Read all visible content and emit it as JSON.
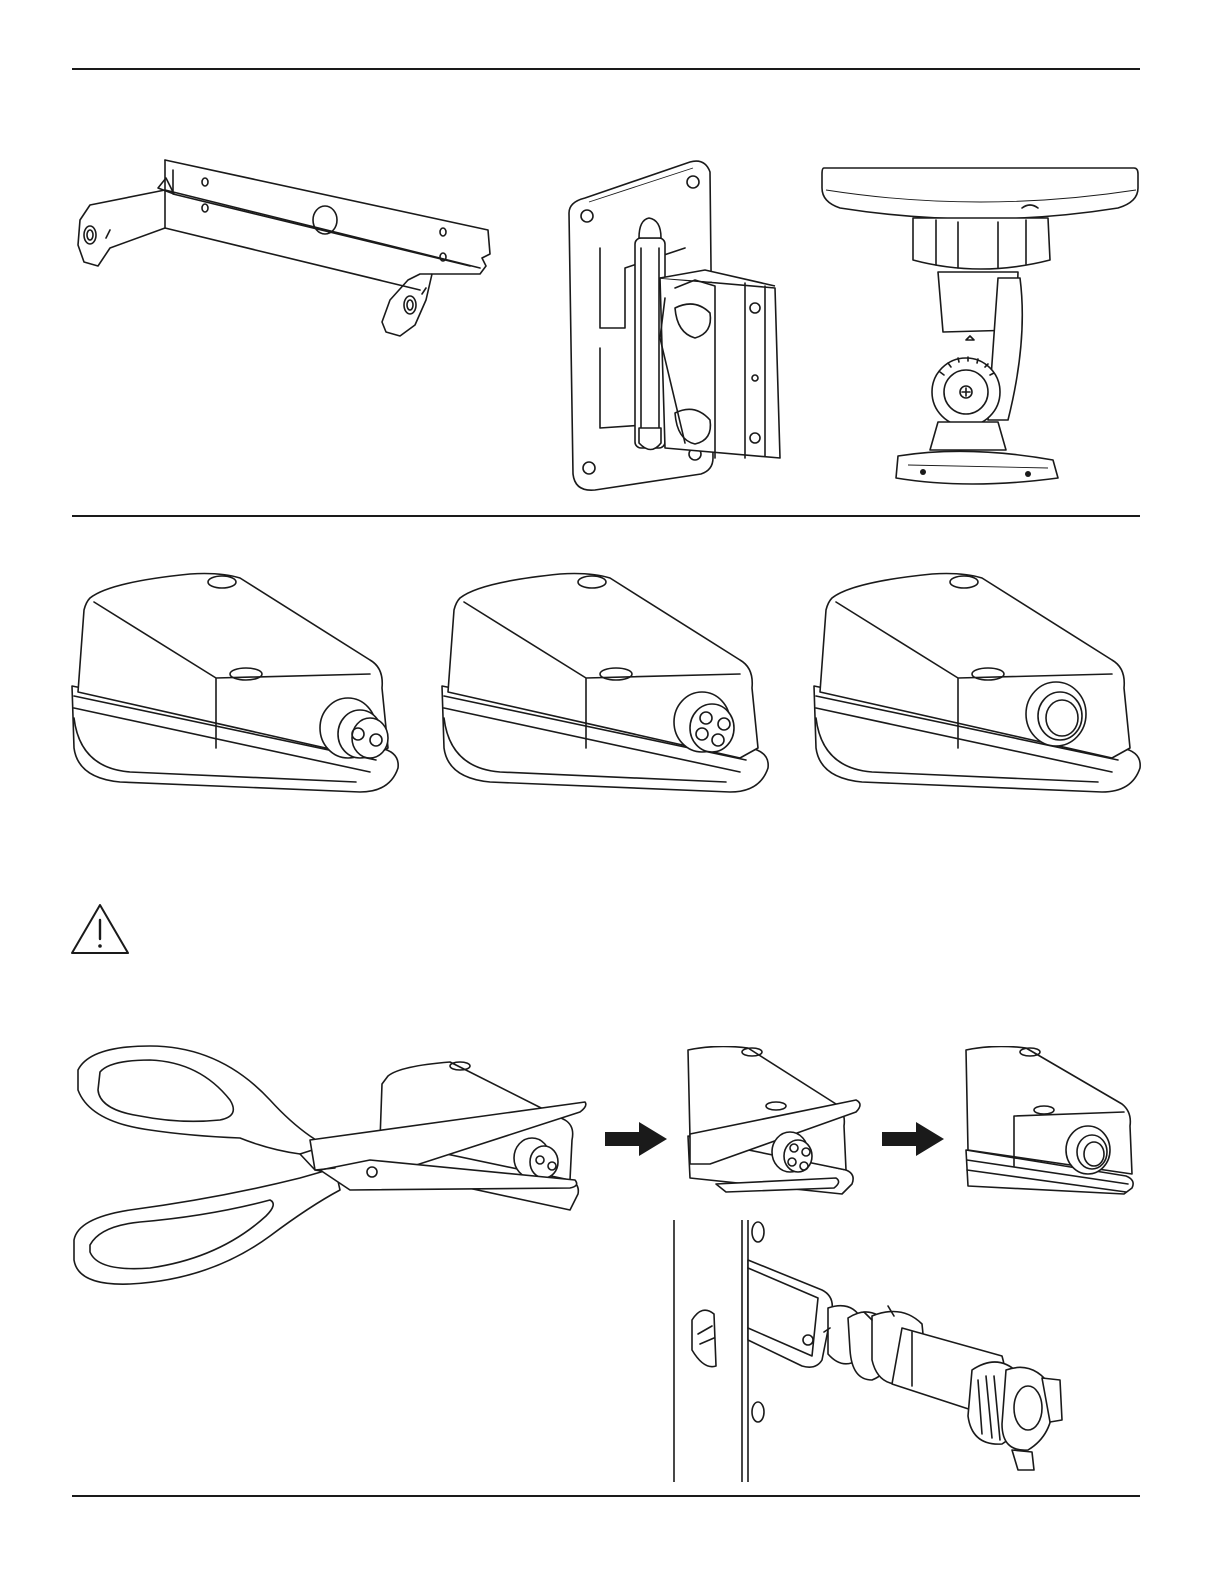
{
  "page": {
    "sections": [
      {
        "name": "mounting-hardware",
        "figures": [
          "u-bracket",
          "wall-swivel-mount",
          "ceiling-swivel-mount"
        ]
      },
      {
        "name": "cable-entry-covers",
        "figures": [
          "cover-two-hole-grommet",
          "cover-four-hole-grommet",
          "cover-open-port"
        ]
      },
      {
        "name": "caution-procedure",
        "figures": [
          "caution-triangle",
          "scissors-cutting-grommet",
          "cutting-four-hole",
          "open-port-result",
          "conduit-installation"
        ]
      }
    ],
    "caution_icon": "warning-triangle-icon",
    "arrow_icon": "right-arrow-icon"
  }
}
